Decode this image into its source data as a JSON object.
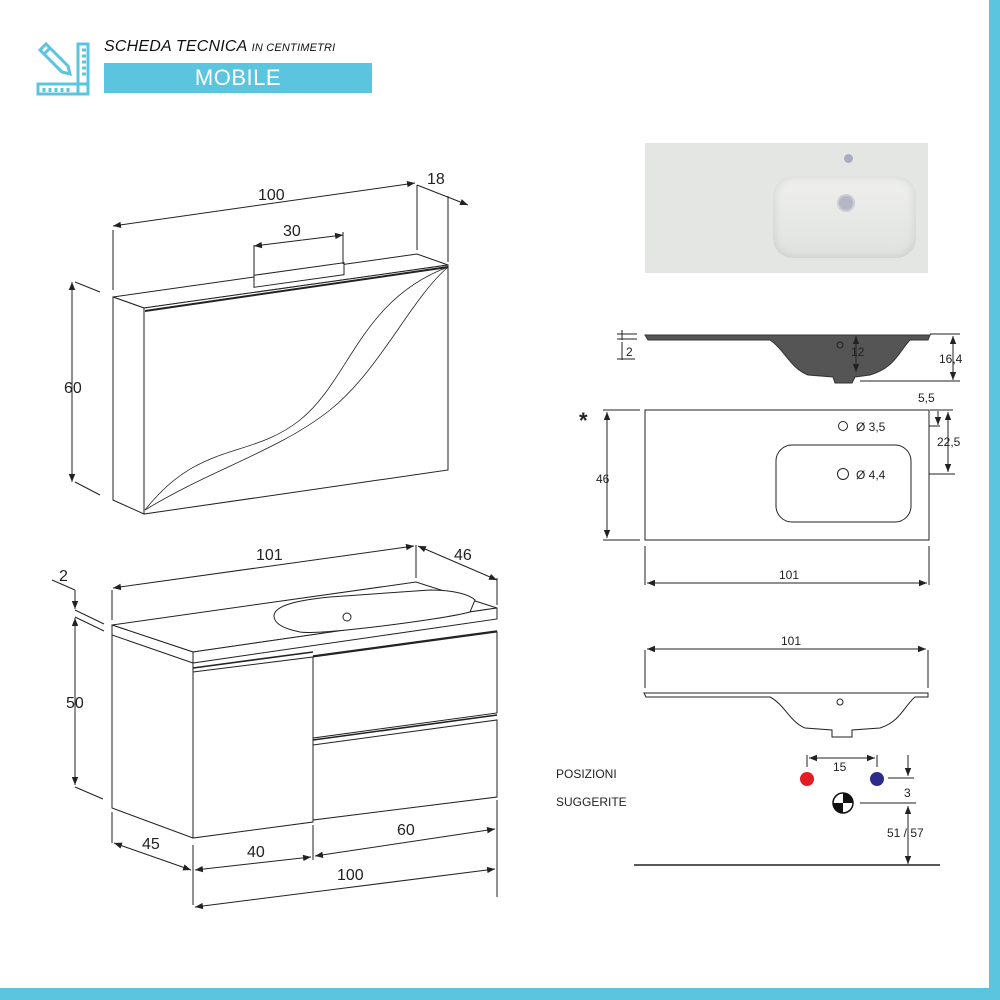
{
  "header": {
    "title": "SCHEDA TECNICA",
    "subtitle": "IN CENTIMETRI",
    "section": "MOBILE",
    "icon": "ruler-pencil-icon"
  },
  "colors": {
    "accent": "#5bc4de",
    "hot": "#e31b23",
    "cold": "#2b2b8c",
    "line": "#222222"
  },
  "mirror_cabinet": {
    "width": "100",
    "depth": "18",
    "height": "60",
    "lamp_width": "30"
  },
  "vanity": {
    "top_width": "101",
    "top_depth": "46",
    "top_thickness": "2",
    "height": "50",
    "cabinet_depth": "45",
    "door_width": "40",
    "drawers_width": "60",
    "cabinet_width": "100"
  },
  "basin_section": {
    "rim_thickness": "2",
    "bowl_depth": "12",
    "total_height": "16,4"
  },
  "basin_plan": {
    "marker": "*",
    "depth": "46",
    "width": "101",
    "tap_offset": "5,5",
    "drain_offset": "22,5",
    "tap_hole": "Ø 3,5",
    "drain_hole": "Ø 4,4"
  },
  "front_view": {
    "width": "101",
    "label_line1": "POSIZIONI",
    "label_line2": "SUGGERITE",
    "tap_spacing": "15",
    "vertical_gap": "3",
    "height_from_floor": "51 / 57"
  }
}
